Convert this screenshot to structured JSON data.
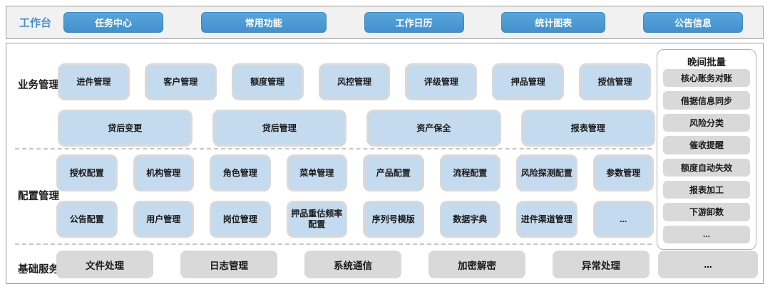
{
  "topbar": {
    "label": "工作台",
    "buttons": [
      "任务中心",
      "常用功能",
      "工作日历",
      "统计图表",
      "公告信息"
    ]
  },
  "business": {
    "label": "业务管理",
    "row1": [
      "进件管理",
      "客户管理",
      "额度管理",
      "风控管理",
      "评级管理",
      "押品管理",
      "授信管理"
    ],
    "row2": [
      "贷后变更",
      "贷后管理",
      "资产保全",
      "报表管理"
    ]
  },
  "config": {
    "label": "配置管理",
    "row1": [
      "授权配置",
      "机构管理",
      "角色管理",
      "菜单管理",
      "产品配置",
      "流程配置",
      "风险探测配置",
      "参数管理"
    ],
    "row2": [
      "公告配置",
      "用户管理",
      "岗位管理",
      "押品重估频率配置",
      "序列号模版",
      "数据字典",
      "进件渠道管理",
      "..."
    ]
  },
  "base": {
    "label": "基础服务",
    "items": [
      "文件处理",
      "日志管理",
      "系统通信",
      "加密解密",
      "异常处理"
    ],
    "ellipsis": "..."
  },
  "sidebar": {
    "title": "晚间批量",
    "items": [
      "核心账务对账",
      "借据信息同步",
      "风险分类",
      "催收提醒",
      "额度自动失效",
      "报表加工",
      "下游卸数",
      "..."
    ]
  },
  "colors": {
    "accent_blue": "#4390cc",
    "box_blue": "#c4daee",
    "box_gray": "#d9d9d9",
    "label_blue": "#4a90c8"
  }
}
